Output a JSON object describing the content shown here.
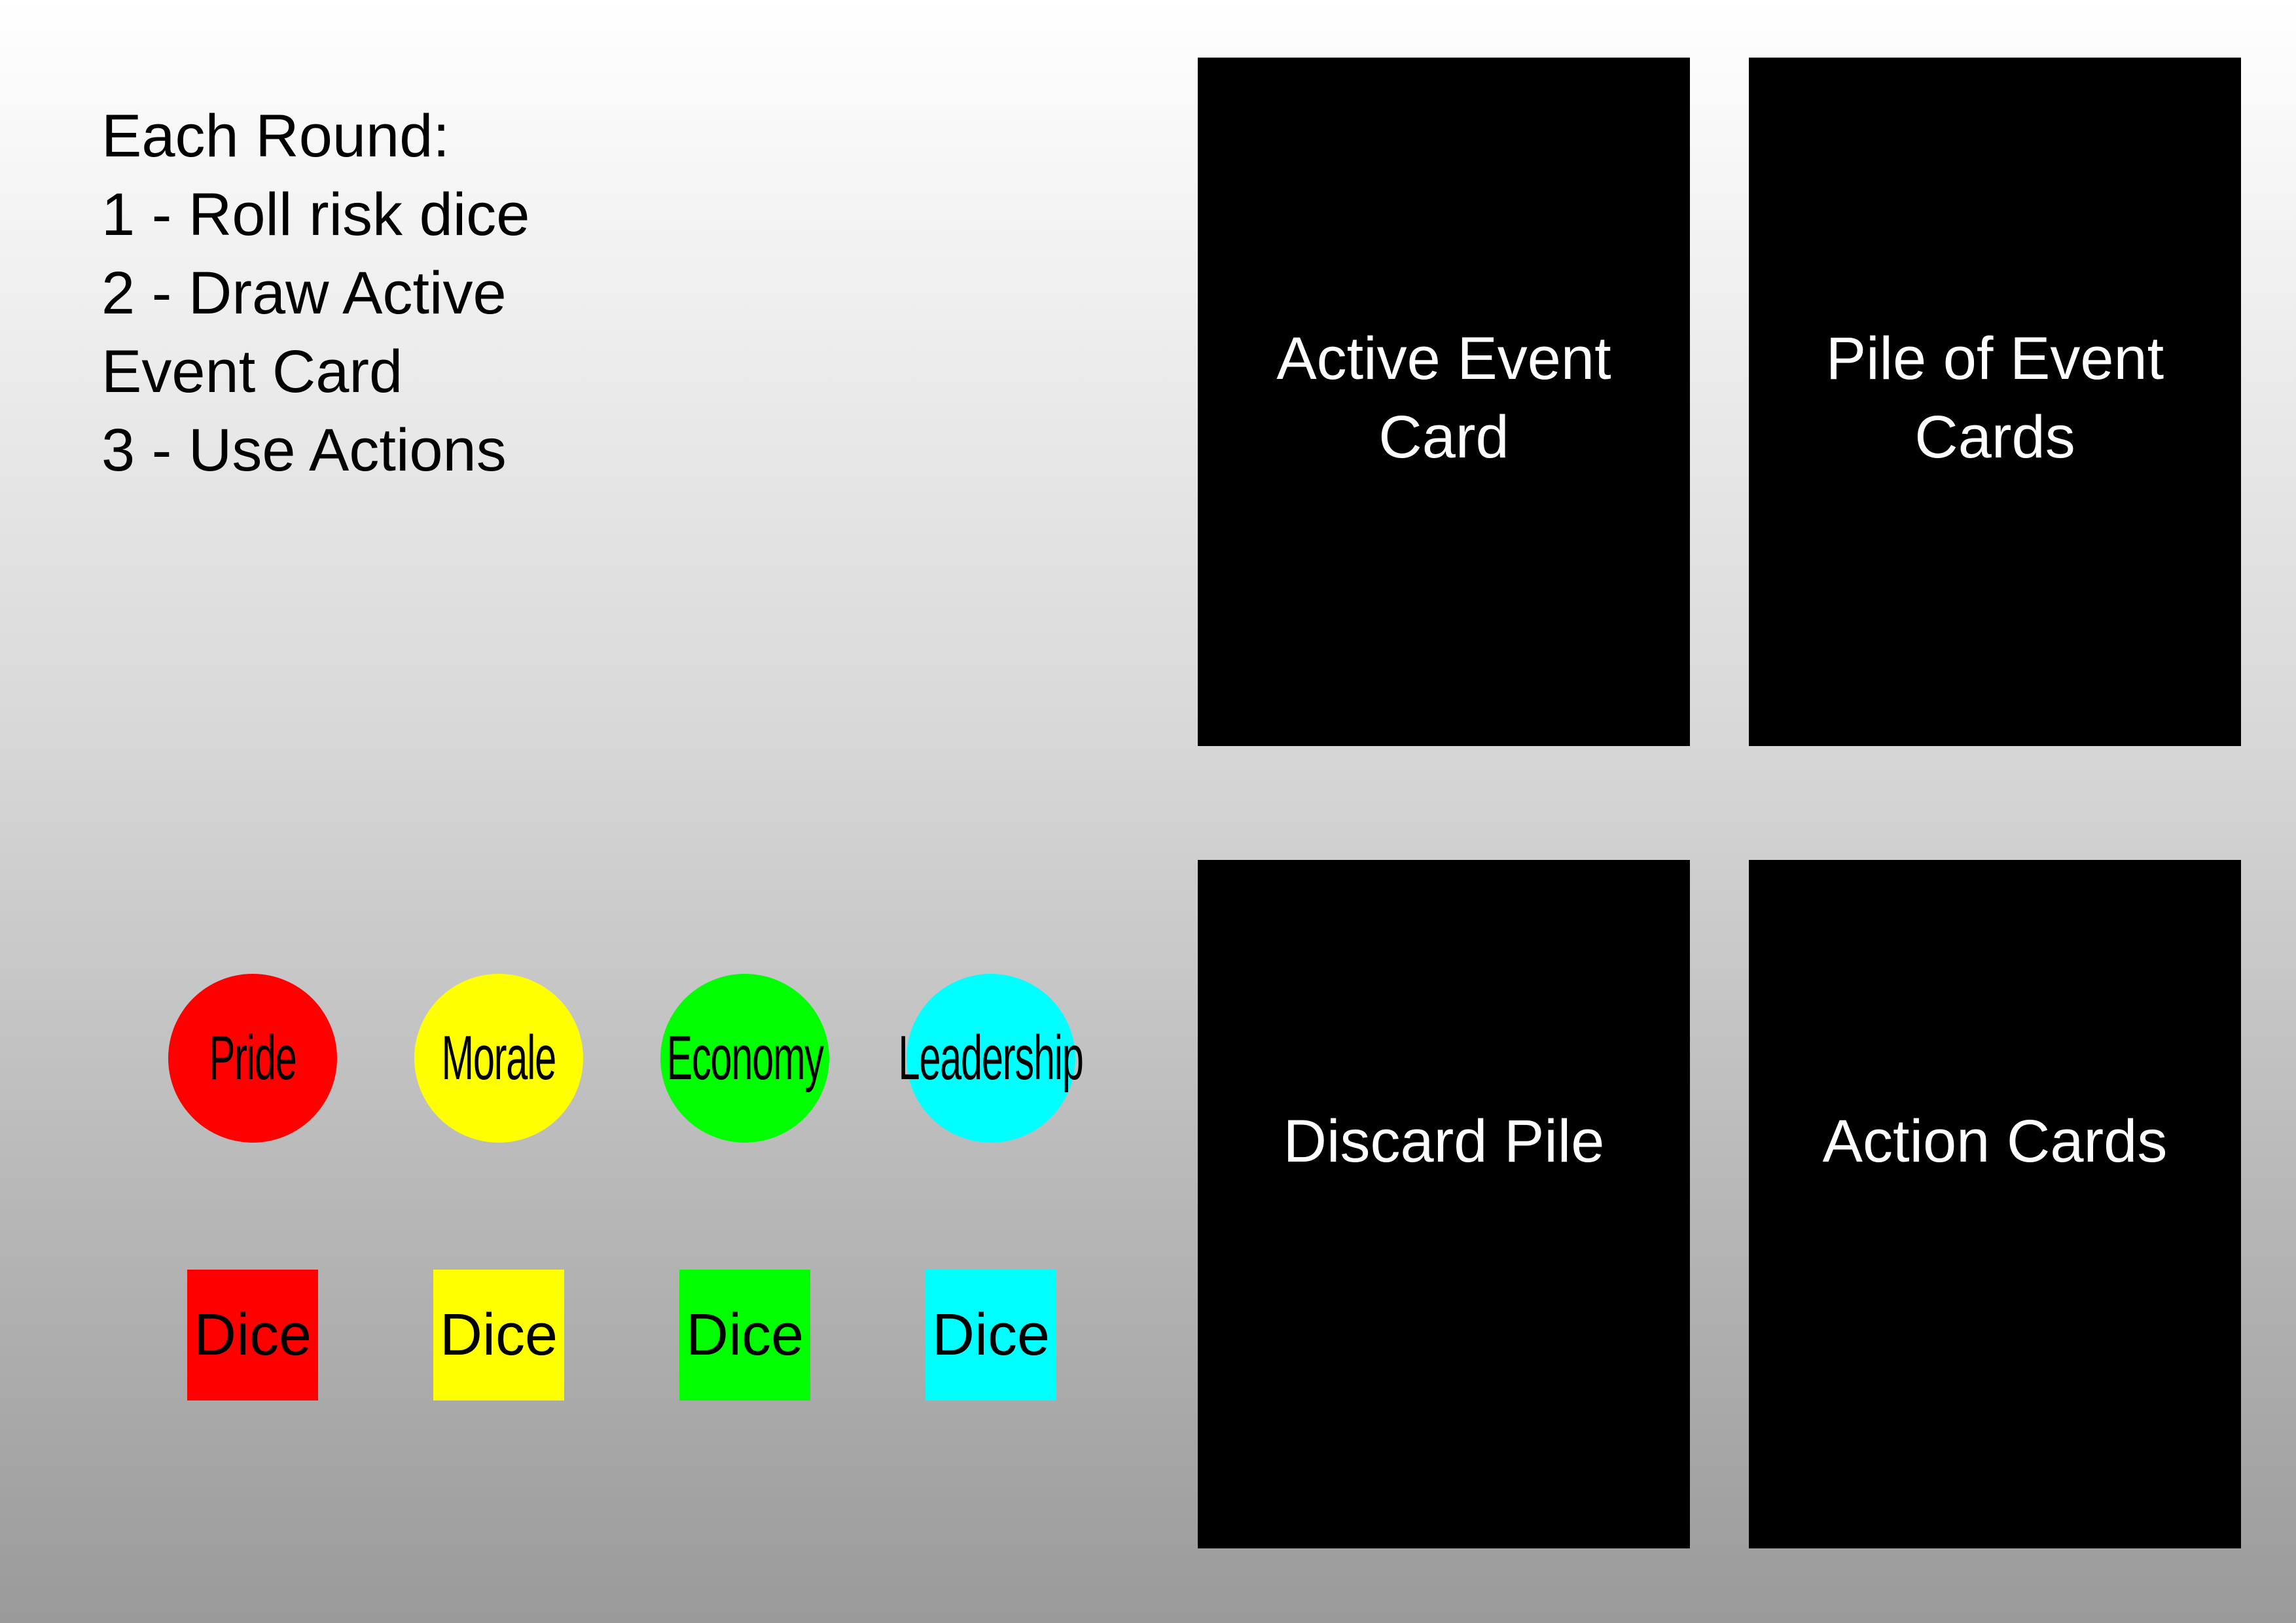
{
  "instructions": {
    "lines": [
      "Each Round:",
      "1 - Roll risk dice",
      "2 - Draw Active",
      "Event Card",
      "3 - Use Actions"
    ]
  },
  "cards": {
    "active_event": "Active Event\nCard",
    "event_pile": "Pile of Event\nCards",
    "discard": "Discard Pile",
    "action": "Action Cards"
  },
  "tokens": [
    {
      "label": "Pride",
      "color": "#ff0000"
    },
    {
      "label": "Morale",
      "color": "#ffff00"
    },
    {
      "label": "Economy",
      "color": "#00ff00"
    },
    {
      "label": "Leadership",
      "color": "#00ffff"
    }
  ],
  "dice": [
    {
      "label": "Dice",
      "color": "#ff0000"
    },
    {
      "label": "Dice",
      "color": "#ffff00"
    },
    {
      "label": "Dice",
      "color": "#00ff00"
    },
    {
      "label": "Dice",
      "color": "#00ffff"
    }
  ]
}
